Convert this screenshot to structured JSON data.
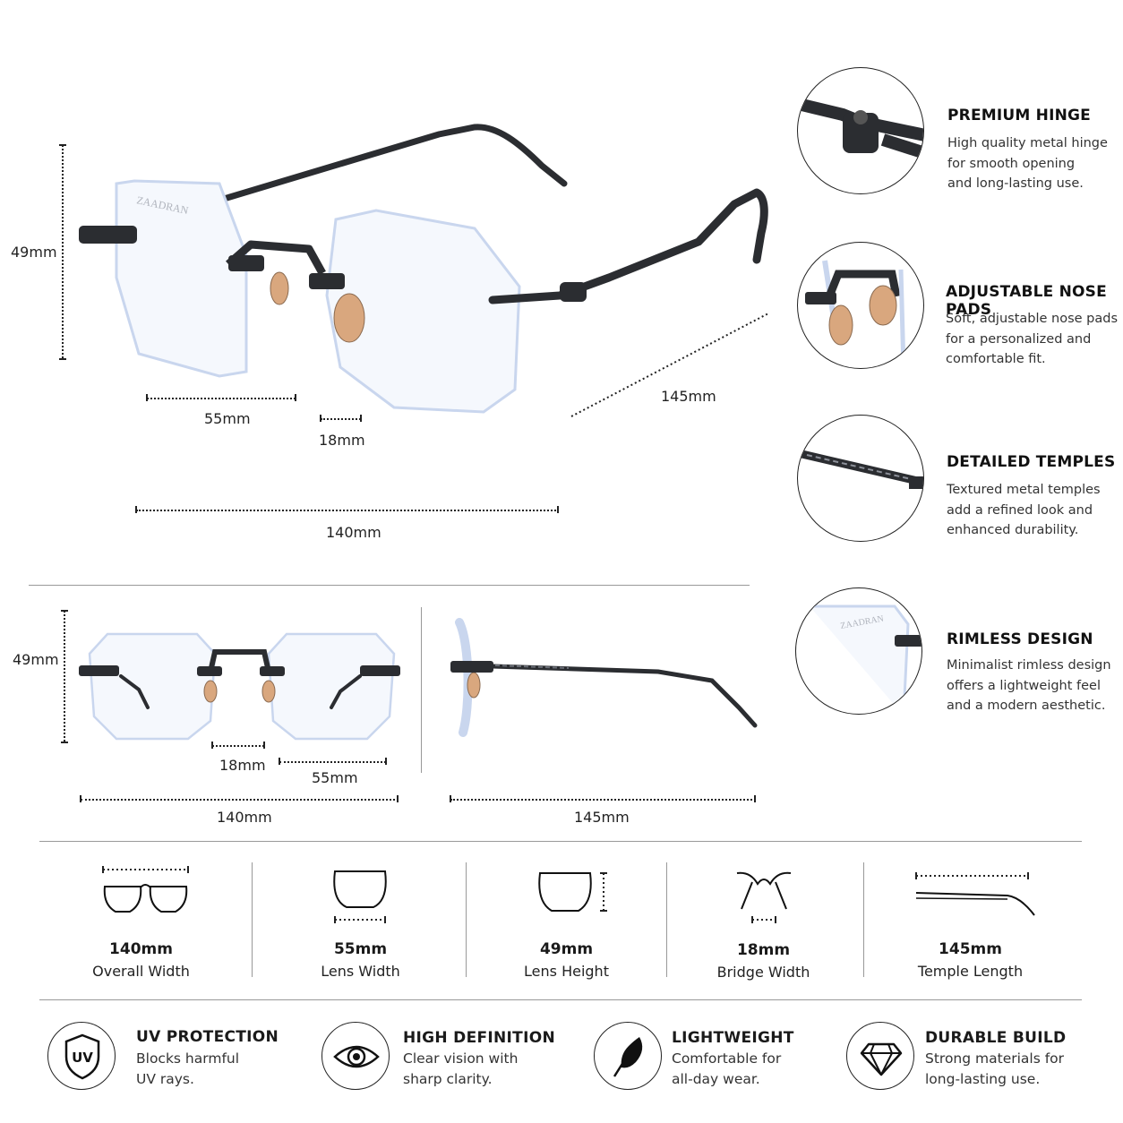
{
  "brand": "ZAADRAN",
  "main_view": {
    "lens_height": "49mm",
    "lens_width": "55mm",
    "bridge_width": "18mm",
    "overall_width": "140mm",
    "temple_length": "145mm"
  },
  "front_view": {
    "lens_height": "49mm",
    "bridge_width": "18mm",
    "lens_width": "55mm",
    "overall_width": "140mm"
  },
  "side_view": {
    "temple_length": "145mm"
  },
  "features": [
    {
      "title": "PREMIUM HINGE",
      "lines": [
        "High quality metal hinge",
        "for smooth opening",
        "and long-lasting use."
      ]
    },
    {
      "title": "ADJUSTABLE NOSE PADS",
      "lines": [
        "Soft, adjustable nose pads",
        "for a personalized and",
        "comfortable fit."
      ]
    },
    {
      "title": "DETAILED TEMPLES",
      "lines": [
        "Textured metal temples",
        "add a refined look and",
        "enhanced durability."
      ]
    },
    {
      "title": "RIMLESS DESIGN",
      "lines": [
        "Minimalist rimless design",
        "offers a lightweight feel",
        "and a modern aesthetic."
      ]
    }
  ],
  "specs": [
    {
      "value": "140mm",
      "label": "Overall Width"
    },
    {
      "value": "55mm",
      "label": "Lens Width"
    },
    {
      "value": "49mm",
      "label": "Lens Height"
    },
    {
      "value": "18mm",
      "label": "Bridge Width"
    },
    {
      "value": "145mm",
      "label": "Temple Length"
    }
  ],
  "badges": [
    {
      "title": "UV PROTECTION",
      "lines": [
        "Blocks harmful",
        "UV rays."
      ],
      "icon": "uv-shield-icon",
      "icon_text": "UV"
    },
    {
      "title": "HIGH DEFINITION",
      "lines": [
        "Clear vision with",
        "sharp clarity."
      ],
      "icon": "eye-icon"
    },
    {
      "title": "LIGHTWEIGHT",
      "lines": [
        "Comfortable for",
        "all-day wear."
      ],
      "icon": "feather-icon"
    },
    {
      "title": "DURABLE BUILD",
      "lines": [
        "Strong materials for",
        "long-lasting use."
      ],
      "icon": "diamond-icon"
    }
  ],
  "colors": {
    "frame": "#2b2d31",
    "lens_edge": "#c9d6ee",
    "nose_pad": "#d9a77e",
    "line": "#222222"
  }
}
